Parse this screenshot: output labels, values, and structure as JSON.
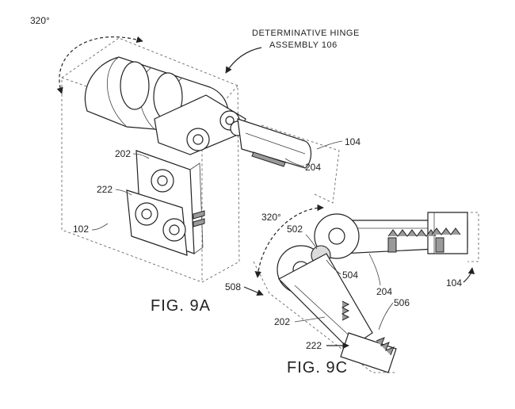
{
  "figures": {
    "fig9a": {
      "caption": "FIG. 9A",
      "rotation": "320°",
      "title_line1": "Determinative hinge",
      "title_line2": "assembly 106",
      "refs": {
        "r104": "104",
        "r202": "202",
        "r204": "204",
        "r222": "222",
        "r102": "102"
      }
    },
    "fig9c": {
      "caption": "FIG. 9C",
      "rotation": "320°",
      "refs": {
        "r502": "502",
        "r504": "504",
        "r508": "508",
        "r204": "204",
        "r104": "104",
        "r506": "506",
        "r202": "202",
        "r222": "222"
      }
    }
  }
}
